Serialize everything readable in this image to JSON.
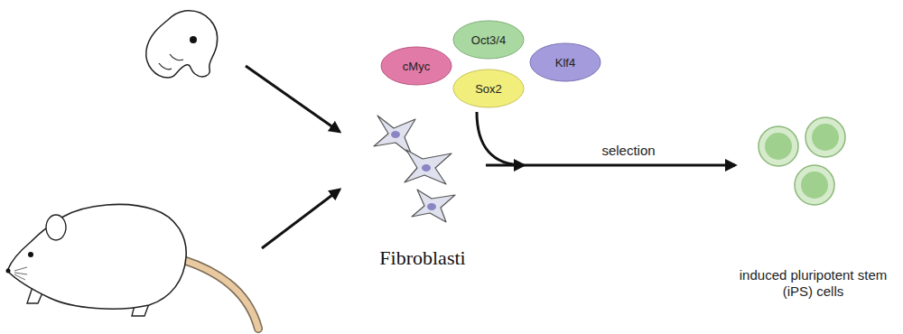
{
  "diagram": {
    "nodes": [
      {
        "text": [
          "Oct3/4"
        ]
      },
      {
        "text": [
          "cMyc"
        ]
      },
      {
        "text": [
          "Klf4"
        ]
      },
      {
        "text": [
          "Sox2"
        ]
      },
      {
        "text": [
          "Fibroblasti"
        ]
      },
      {
        "text": [
          "induced pluripotent stem (iPS) cells"
        ]
      }
    ],
    "edges": [
      {
        "from": 4,
        "to": 5,
        "label": "selection",
        "arrow": "to"
      }
    ]
  }
}
